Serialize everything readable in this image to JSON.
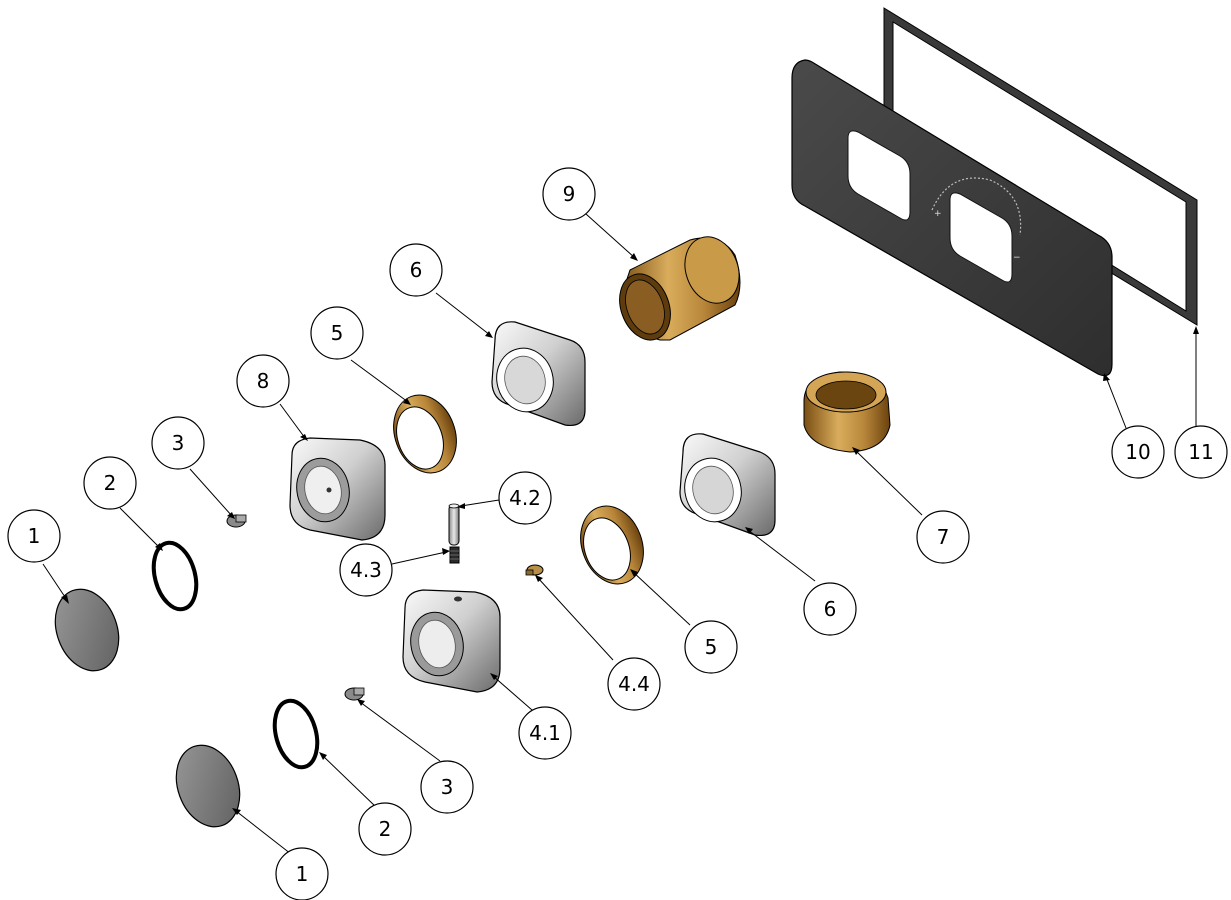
{
  "colors": {
    "chrome_light": "#f2f2f2",
    "chrome_mid": "#b5b5b5",
    "chrome_dark": "#5a5a5a",
    "brass_light": "#e0b96a",
    "brass_dark": "#8a5a18",
    "plate": "#3e3e3e",
    "cap": "#7a7a7a"
  },
  "callouts": [
    {
      "id": "c1a",
      "label": "1"
    },
    {
      "id": "c1b",
      "label": "1"
    },
    {
      "id": "c2a",
      "label": "2"
    },
    {
      "id": "c2b",
      "label": "2"
    },
    {
      "id": "c3a",
      "label": "3"
    },
    {
      "id": "c3b",
      "label": "3"
    },
    {
      "id": "c41",
      "label": "4.1"
    },
    {
      "id": "c42",
      "label": "4.2"
    },
    {
      "id": "c43",
      "label": "4.3"
    },
    {
      "id": "c44",
      "label": "4.4"
    },
    {
      "id": "c5a",
      "label": "5"
    },
    {
      "id": "c5b",
      "label": "5"
    },
    {
      "id": "c6a",
      "label": "6"
    },
    {
      "id": "c6b",
      "label": "6"
    },
    {
      "id": "c7",
      "label": "7"
    },
    {
      "id": "c8",
      "label": "8"
    },
    {
      "id": "c9",
      "label": "9"
    },
    {
      "id": "c10",
      "label": "10"
    },
    {
      "id": "c11",
      "label": "11"
    }
  ]
}
